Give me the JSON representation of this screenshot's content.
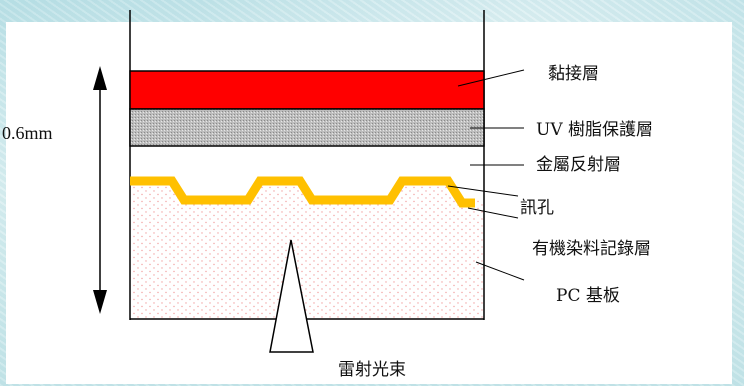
{
  "diagram": {
    "thickness_label": "0.6mm",
    "layers": {
      "adhesive": "黏接層",
      "uv_protective": "UV 樹脂保護層",
      "metal_reflective": "金屬反射層",
      "pit": "訊孔",
      "dye_recording": "有機染料記錄層",
      "pc_substrate": "PC 基板"
    },
    "laser_label": "雷射光束",
    "colors": {
      "adhesive": "#ff0000",
      "uv_protective": "#c0c0c0",
      "pit_track": "#ffc000",
      "dye_dots": "#f0a0a0"
    }
  }
}
